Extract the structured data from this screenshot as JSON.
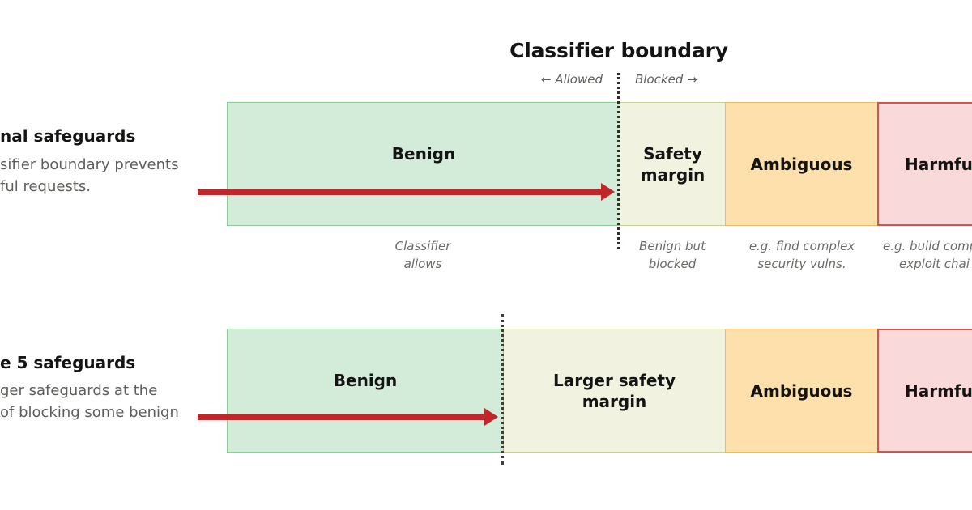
{
  "header": {
    "title": "Classifier boundary",
    "allowed_label": "← Allowed",
    "blocked_label": "Blocked →"
  },
  "rows": [
    {
      "title": "nal safeguards",
      "description_lines": [
        "sifier boundary prevents",
        "ful requests."
      ],
      "segments": {
        "benign": [
          "Benign"
        ],
        "margin": [
          "Safety",
          "margin"
        ],
        "ambiguous": [
          "Ambiguous"
        ],
        "harmful": [
          "Harmful"
        ]
      },
      "captions": {
        "benign": [
          "Classifier",
          "allows"
        ],
        "margin": [
          "Benign but",
          "blocked"
        ],
        "ambiguous": [
          "e.g. find complex",
          "security vulns."
        ],
        "harmful": [
          "e.g. build comp",
          "exploit chai"
        ]
      }
    },
    {
      "title": "e 5 safeguards",
      "description_lines": [
        "ger safeguards at the",
        "of blocking some benign"
      ],
      "segments": {
        "benign": [
          "Benign"
        ],
        "margin": [
          "Larger safety",
          "margin"
        ],
        "ambiguous": [
          "Ambiguous"
        ],
        "harmful": [
          "Harmful"
        ]
      }
    }
  ],
  "colors": {
    "benign": "#d3ecd9",
    "safety_margin": "#f1f3e0",
    "ambiguous": "#fde0ab",
    "harmful": "#f9d9d9",
    "arrow": "#c1262a",
    "boundary": "#3a2b2b"
  }
}
